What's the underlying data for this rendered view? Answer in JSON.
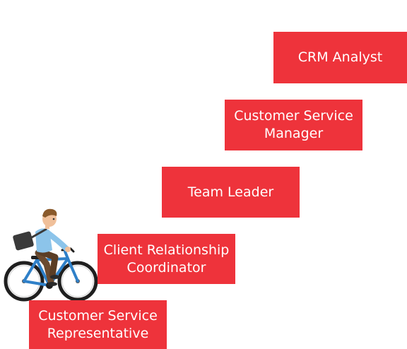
{
  "career_path": {
    "steps": [
      {
        "label": "Customer Service\nRepresentative"
      },
      {
        "label": "Client Relationship\nCoordinator"
      },
      {
        "label": "Team Leader"
      },
      {
        "label": "Customer Service\nManager"
      },
      {
        "label": "CRM Analyst"
      }
    ]
  },
  "colors": {
    "step_fill": "#ee333b",
    "step_text": "#ffffff",
    "bike_frame": "#2f80c8",
    "shirt": "#8cc4ea",
    "pants": "#6b4a2f",
    "hair": "#8a5a2b",
    "bag": "#3a3a3a"
  },
  "illustration": {
    "icon": "cyclist-icon"
  }
}
